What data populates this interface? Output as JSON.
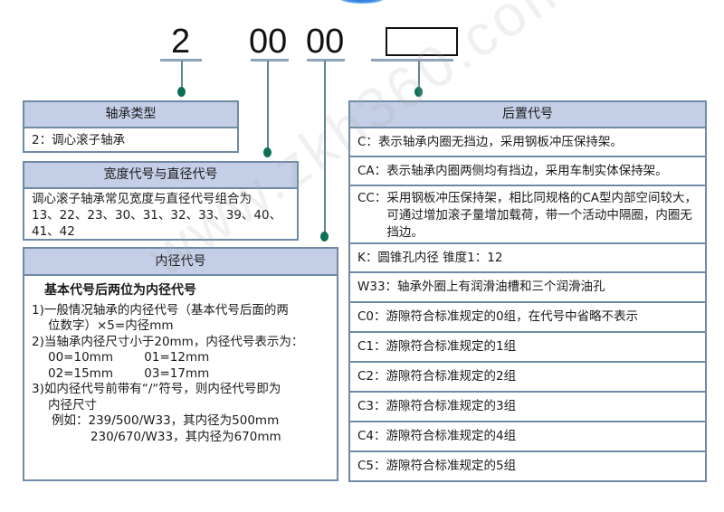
{
  "code_parts": {
    "type_code": "2",
    "width_diameter_code": "00",
    "bore_code": "00",
    "suffix_placeholder": ""
  },
  "panels": {
    "bearing_type": {
      "title": "轴承类型",
      "body": "2：调心滚子轴承"
    },
    "width_diameter": {
      "title": "宽度代号与直径代号",
      "lines": [
        "调心滚子轴承常见宽度与直径代号组合为",
        "13、22、23、30、31、32、33、39、40、",
        "41、42"
      ]
    },
    "bore": {
      "title": "内径代号",
      "subtitle": "基本代号后两位为内径代号",
      "lines": [
        "1)一般情况轴承的内径代号（基本代号后面的两",
        "位数字）×5=内径mm",
        "2)当轴承内径尺寸小于20mm，内径代号表示为：",
        "00=10mm        01=12mm",
        "02=15mm        03=17mm",
        "3)如内径代号前带有“/“符号，则内径代号即为",
        "内径尺寸",
        "例如：239/500/W33，其内径为500mm",
        "          230/670/W33，其内径为670mm"
      ]
    },
    "suffix": {
      "title": "后置代号",
      "rows": [
        {
          "key": "C：",
          "text": "表示轴承内圈无挡边，采用钢板冲压保持架。"
        },
        {
          "key": "CA：",
          "text": "表示轴承内圈两侧均有挡边，采用车制实体保持架。"
        },
        {
          "key": "CC：",
          "text": "采用钢板冲压保持架，相比同规格的CA型内部空间较大，可通过增加滚子量增加载荷，带一个活动中隔圈，内圈无挡边。"
        },
        {
          "key": "K：",
          "text": "圆锥孔内径 锥度1：12"
        },
        {
          "key": "W33：",
          "text": "轴承外圈上有润滑油槽和三个润滑油孔"
        },
        {
          "key": "C0：",
          "text": "游隙符合标准规定的0组，在代号中省略不表示"
        },
        {
          "key": "C1：",
          "text": "游隙符合标准规定的1组"
        },
        {
          "key": "C2：",
          "text": "游隙符合标准规定的2组"
        },
        {
          "key": "C3：",
          "text": "游隙符合标准规定的3组"
        },
        {
          "key": "C4：",
          "text": "游隙符合标准规定的4组"
        },
        {
          "key": "C5：",
          "text": "游隙符合标准规定的5组"
        }
      ]
    }
  },
  "watermark": "www.zkh360.com",
  "colors": {
    "header_fill": "#c4cee6",
    "border": "#6f8aa5",
    "connector_dot": "#0b6f55",
    "underline": "#8ea2b8"
  }
}
